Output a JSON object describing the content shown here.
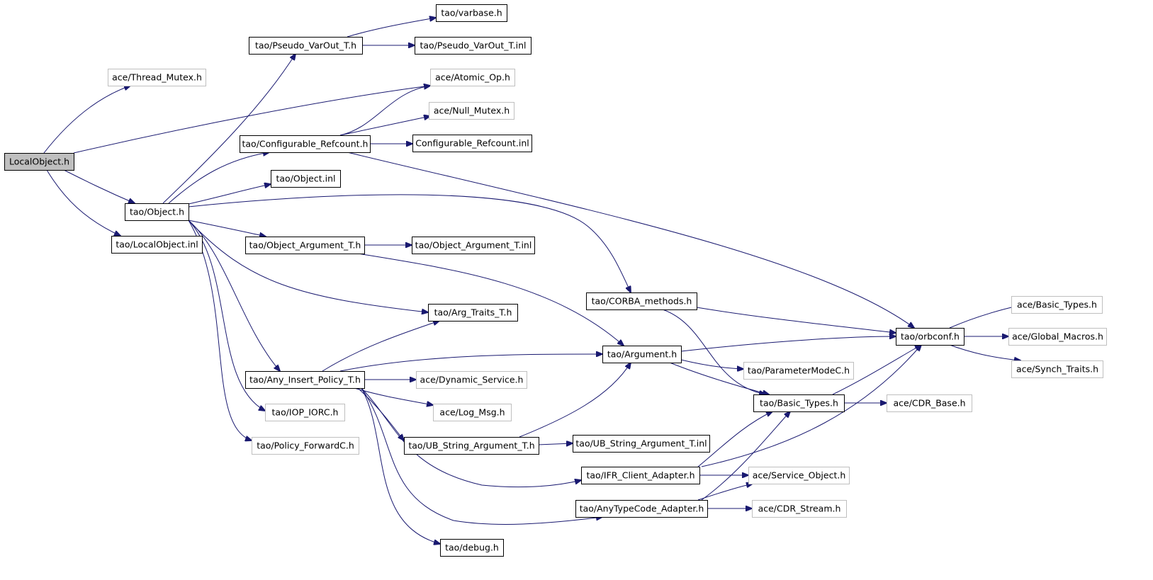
{
  "diagram": {
    "kind": "include-dependency-graph",
    "colors": {
      "edge": "#191970",
      "root_fill": "#bfbfbf",
      "resolved_border": "#000000",
      "unresolved_border": "#bfbfbf"
    },
    "nodes": [
      {
        "id": "localobject_h",
        "label": "LocalObject.h",
        "style": "root"
      },
      {
        "id": "ace_thread_mutex",
        "label": "ace/Thread_Mutex.h",
        "style": "light"
      },
      {
        "id": "tao_object_h",
        "label": "tao/Object.h",
        "style": "solid"
      },
      {
        "id": "tao_localobject_inl",
        "label": "tao/LocalObject.inl",
        "style": "solid"
      },
      {
        "id": "tao_pseudo_varout",
        "label": "tao/Pseudo_VarOut_T.h",
        "style": "solid"
      },
      {
        "id": "tao_varbase",
        "label": "tao/varbase.h",
        "style": "solid"
      },
      {
        "id": "tao_pseudo_varout_inl",
        "label": "tao/Pseudo_VarOut_T.inl",
        "style": "solid"
      },
      {
        "id": "ace_atomic_op",
        "label": "ace/Atomic_Op.h",
        "style": "light"
      },
      {
        "id": "ace_null_mutex",
        "label": "ace/Null_Mutex.h",
        "style": "light"
      },
      {
        "id": "tao_config_refcount",
        "label": "tao/Configurable_Refcount.h",
        "style": "solid"
      },
      {
        "id": "config_refcount_inl",
        "label": "Configurable_Refcount.inl",
        "style": "solid"
      },
      {
        "id": "tao_object_inl",
        "label": "tao/Object.inl",
        "style": "solid"
      },
      {
        "id": "tao_object_arg",
        "label": "tao/Object_Argument_T.h",
        "style": "solid"
      },
      {
        "id": "tao_object_arg_inl",
        "label": "tao/Object_Argument_T.inl",
        "style": "solid"
      },
      {
        "id": "tao_corba_methods",
        "label": "tao/CORBA_methods.h",
        "style": "solid"
      },
      {
        "id": "tao_arg_traits",
        "label": "tao/Arg_Traits_T.h",
        "style": "solid"
      },
      {
        "id": "tao_argument",
        "label": "tao/Argument.h",
        "style": "solid"
      },
      {
        "id": "tao_any_insert",
        "label": "tao/Any_Insert_Policy_T.h",
        "style": "solid"
      },
      {
        "id": "ace_dynamic_service",
        "label": "ace/Dynamic_Service.h",
        "style": "light"
      },
      {
        "id": "tao_iop_iorc",
        "label": "tao/IOP_IORC.h",
        "style": "light"
      },
      {
        "id": "ace_log_msg",
        "label": "ace/Log_Msg.h",
        "style": "light"
      },
      {
        "id": "tao_policy_forward",
        "label": "tao/Policy_ForwardC.h",
        "style": "light"
      },
      {
        "id": "tao_ub_string",
        "label": "tao/UB_String_Argument_T.h",
        "style": "solid"
      },
      {
        "id": "tao_ub_string_inl",
        "label": "tao/UB_String_Argument_T.inl",
        "style": "solid"
      },
      {
        "id": "tao_ifr_client",
        "label": "tao/IFR_Client_Adapter.h",
        "style": "solid"
      },
      {
        "id": "tao_anytypecode",
        "label": "tao/AnyTypeCode_Adapter.h",
        "style": "solid"
      },
      {
        "id": "tao_debug",
        "label": "tao/debug.h",
        "style": "solid"
      },
      {
        "id": "tao_parametermode",
        "label": "tao/ParameterModeC.h",
        "style": "light"
      },
      {
        "id": "tao_basic_types",
        "label": "tao/Basic_Types.h",
        "style": "solid"
      },
      {
        "id": "ace_cdr_base",
        "label": "ace/CDR_Base.h",
        "style": "light"
      },
      {
        "id": "ace_service_object",
        "label": "ace/Service_Object.h",
        "style": "light"
      },
      {
        "id": "ace_cdr_stream",
        "label": "ace/CDR_Stream.h",
        "style": "light"
      },
      {
        "id": "tao_orbconf",
        "label": "tao/orbconf.h",
        "style": "solid"
      },
      {
        "id": "ace_basic_types",
        "label": "ace/Basic_Types.h",
        "style": "light"
      },
      {
        "id": "ace_global_macros",
        "label": "ace/Global_Macros.h",
        "style": "light"
      },
      {
        "id": "ace_synch_traits",
        "label": "ace/Synch_Traits.h",
        "style": "light"
      }
    ],
    "edges": [
      [
        "localobject_h",
        "ace_thread_mutex"
      ],
      [
        "localobject_h",
        "ace_atomic_op"
      ],
      [
        "localobject_h",
        "tao_object_h"
      ],
      [
        "localobject_h",
        "tao_localobject_inl"
      ],
      [
        "tao_object_h",
        "tao_pseudo_varout"
      ],
      [
        "tao_object_h",
        "tao_config_refcount"
      ],
      [
        "tao_object_h",
        "tao_object_inl"
      ],
      [
        "tao_object_h",
        "tao_corba_methods"
      ],
      [
        "tao_object_h",
        "tao_object_arg"
      ],
      [
        "tao_object_h",
        "tao_arg_traits"
      ],
      [
        "tao_object_h",
        "tao_any_insert"
      ],
      [
        "tao_object_h",
        "tao_iop_iorc"
      ],
      [
        "tao_object_h",
        "tao_policy_forward"
      ],
      [
        "tao_pseudo_varout",
        "tao_varbase"
      ],
      [
        "tao_pseudo_varout",
        "tao_pseudo_varout_inl"
      ],
      [
        "tao_config_refcount",
        "ace_atomic_op"
      ],
      [
        "tao_config_refcount",
        "ace_null_mutex"
      ],
      [
        "tao_config_refcount",
        "config_refcount_inl"
      ],
      [
        "tao_config_refcount",
        "tao_orbconf"
      ],
      [
        "tao_object_arg",
        "tao_object_arg_inl"
      ],
      [
        "tao_object_arg",
        "tao_argument"
      ],
      [
        "tao_corba_methods",
        "tao_orbconf"
      ],
      [
        "tao_corba_methods",
        "tao_basic_types"
      ],
      [
        "tao_any_insert",
        "tao_arg_traits"
      ],
      [
        "tao_any_insert",
        "tao_argument"
      ],
      [
        "tao_any_insert",
        "ace_dynamic_service"
      ],
      [
        "tao_any_insert",
        "ace_log_msg"
      ],
      [
        "tao_any_insert",
        "tao_ub_string"
      ],
      [
        "tao_any_insert",
        "tao_ifr_client"
      ],
      [
        "tao_any_insert",
        "tao_anytypecode"
      ],
      [
        "tao_any_insert",
        "tao_debug"
      ],
      [
        "tao_ub_string",
        "tao_ub_string_inl"
      ],
      [
        "tao_ub_string",
        "tao_argument"
      ],
      [
        "tao_argument",
        "tao_orbconf"
      ],
      [
        "tao_argument",
        "tao_parametermode"
      ],
      [
        "tao_argument",
        "tao_basic_types"
      ],
      [
        "tao_ifr_client",
        "ace_service_object"
      ],
      [
        "tao_ifr_client",
        "tao_basic_types"
      ],
      [
        "tao_ifr_client",
        "tao_orbconf"
      ],
      [
        "tao_anytypecode",
        "ace_cdr_stream"
      ],
      [
        "tao_anytypecode",
        "ace_service_object"
      ],
      [
        "tao_anytypecode",
        "tao_basic_types"
      ],
      [
        "tao_basic_types",
        "ace_cdr_base"
      ],
      [
        "tao_basic_types",
        "tao_orbconf"
      ],
      [
        "tao_orbconf",
        "ace_basic_types"
      ],
      [
        "tao_orbconf",
        "ace_global_macros"
      ],
      [
        "tao_orbconf",
        "ace_synch_traits"
      ]
    ]
  }
}
